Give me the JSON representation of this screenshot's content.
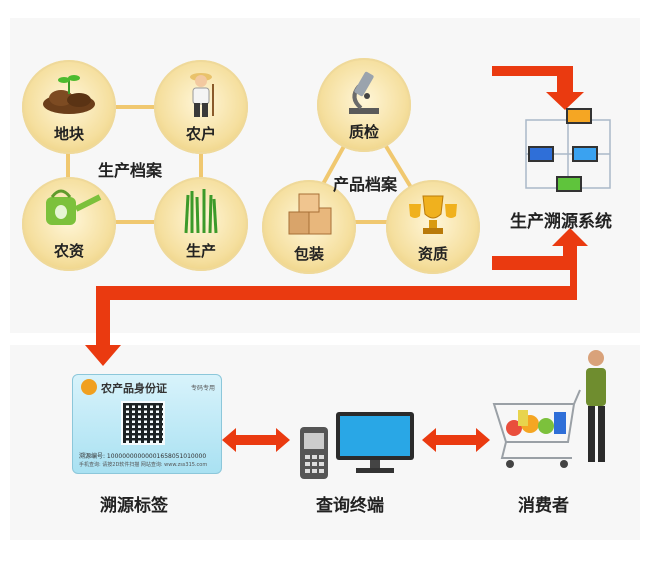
{
  "production_archive": {
    "title": "生产档案",
    "items": [
      {
        "label": "地块",
        "icon": "soil-plant-icon"
      },
      {
        "label": "农户",
        "icon": "farmer-icon"
      },
      {
        "label": "农资",
        "icon": "watering-can-icon"
      },
      {
        "label": "生产",
        "icon": "crop-icon"
      }
    ]
  },
  "product_archive": {
    "title": "产品档案",
    "items": [
      {
        "label": "质检",
        "icon": "microscope-icon"
      },
      {
        "label": "包装",
        "icon": "boxes-icon"
      },
      {
        "label": "资质",
        "icon": "trophy-icon"
      }
    ]
  },
  "system": {
    "label": "生产溯源系统"
  },
  "trace_label": {
    "label": "溯源标签",
    "card_title": "农产品身份证",
    "card_sub": "专码专用",
    "card_code": "溯源编号: 10000000000001658051010000",
    "card_foot": "手机查询: 请按2D软件扫描   网站查询: www.zss315.com"
  },
  "terminal": {
    "label": "查询终端"
  },
  "consumer": {
    "label": "消费者"
  },
  "colors": {
    "arrow": "#ea3a10",
    "circle": "#f5df9e",
    "line": "#f0c870"
  }
}
